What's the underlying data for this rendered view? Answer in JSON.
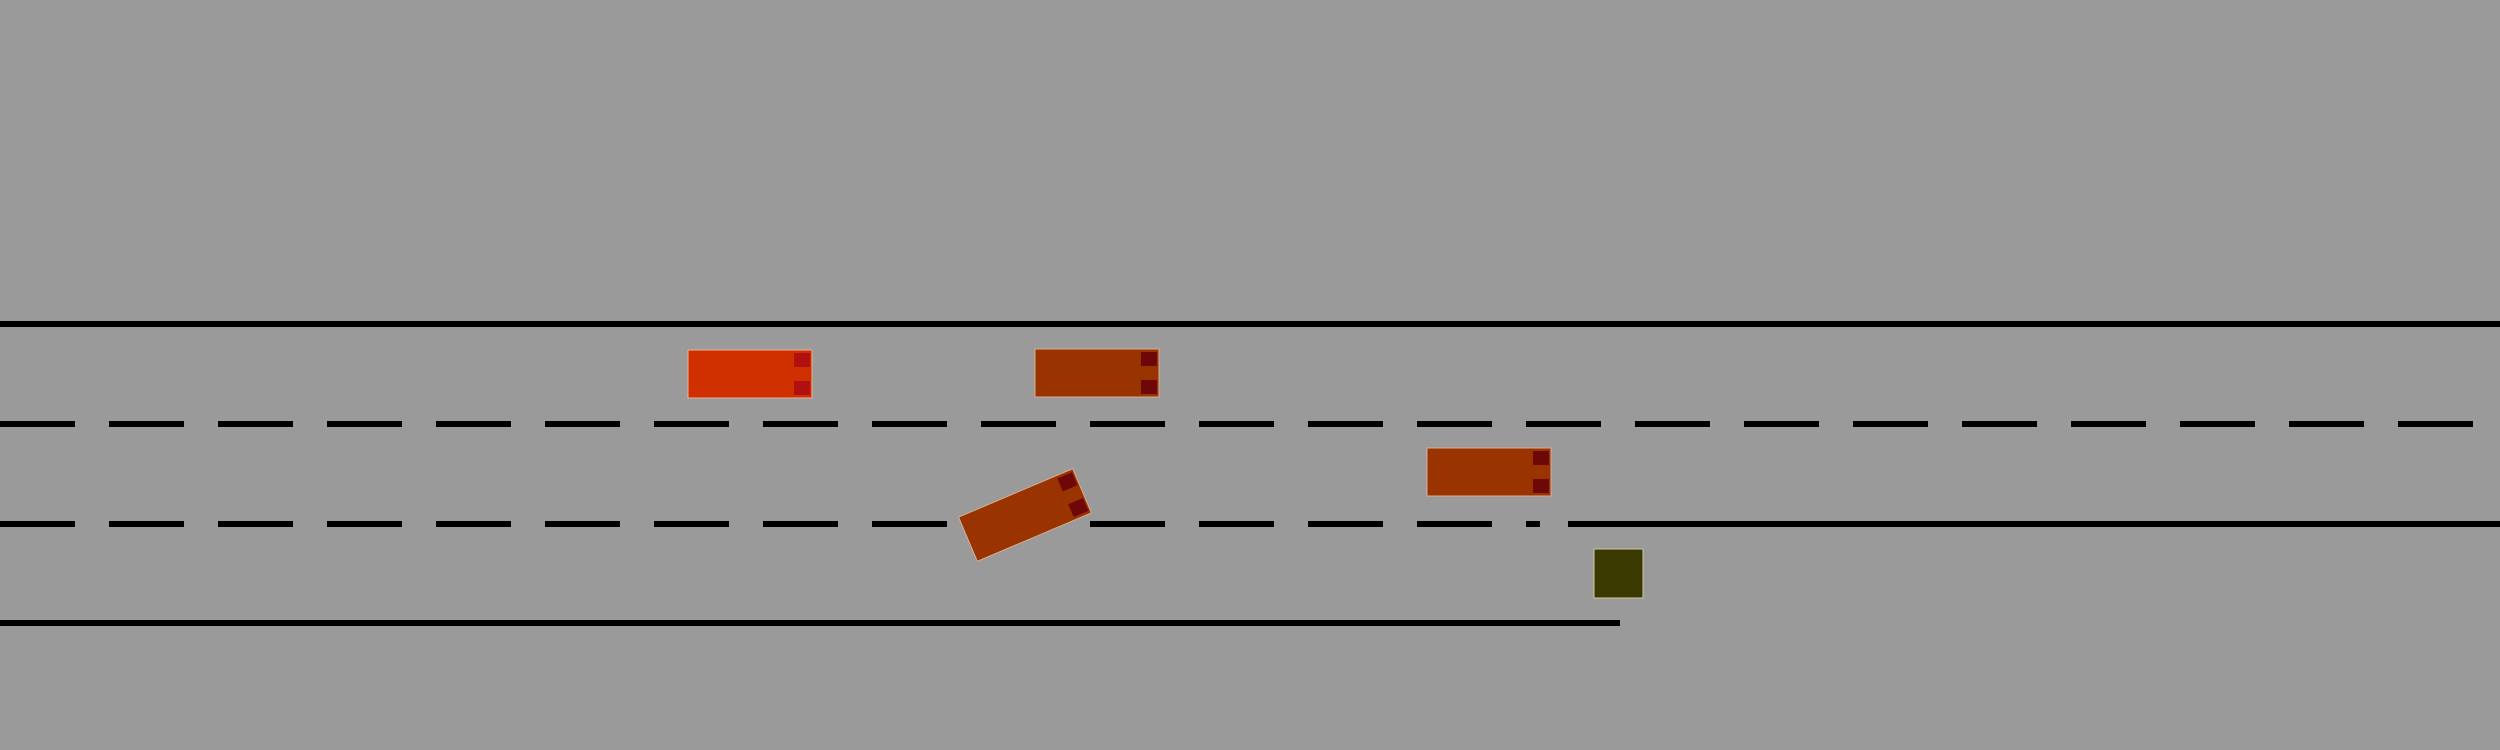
{
  "scene": {
    "background_color": "#9a9a9a",
    "lane_line_color": "#000000",
    "lanes": 3,
    "lane_lines": [
      {
        "id": "top-edge",
        "style": "solid"
      },
      {
        "id": "divider-1",
        "style": "dashed"
      },
      {
        "id": "divider-2",
        "style": "dashed-then-solid"
      },
      {
        "id": "bottom-edge",
        "style": "solid-ends"
      }
    ],
    "vehicles": [
      {
        "id": "ego-vehicle",
        "role": "ego",
        "lane": 0,
        "heading_deg": 0,
        "body_color": "#d03000",
        "light_color": "#b01010"
      },
      {
        "id": "vehicle-1",
        "role": "other",
        "lane": 0,
        "heading_deg": 0,
        "body_color": "#993300",
        "light_color": "#6e0808"
      },
      {
        "id": "vehicle-2",
        "role": "other",
        "lane": 1,
        "heading_deg": 0,
        "body_color": "#993300",
        "light_color": "#6e0808"
      },
      {
        "id": "vehicle-3",
        "role": "other",
        "lane": 2,
        "heading_deg": -23,
        "body_color": "#993300",
        "light_color": "#6e0808"
      }
    ],
    "obstacles": [
      {
        "id": "obstacle",
        "shape": "square",
        "color": "#3a3a00"
      }
    ]
  }
}
